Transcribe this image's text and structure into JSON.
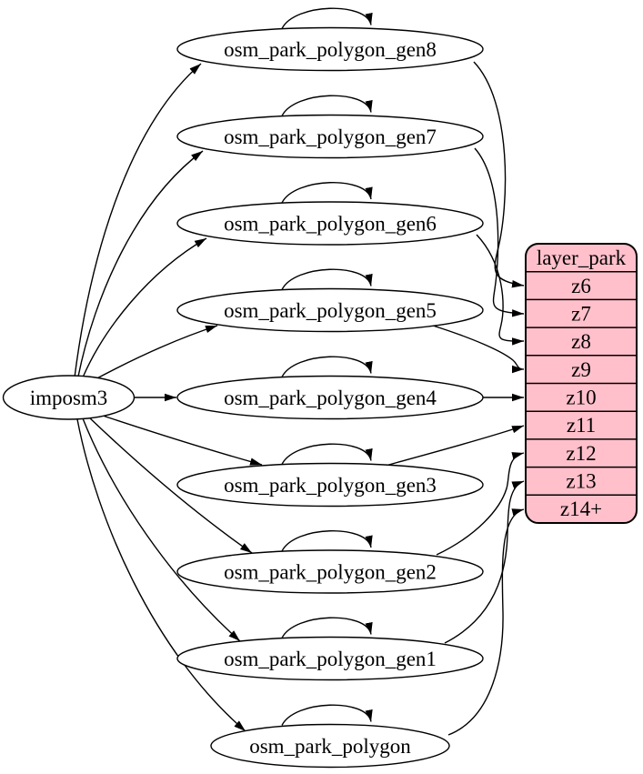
{
  "diagram": {
    "kind": "imposm-mapping-dependency-graph",
    "background": "#ffffff",
    "source": {
      "label": "imposm3"
    },
    "tables": [
      {
        "label": "osm_park_polygon_gen8"
      },
      {
        "label": "osm_park_polygon_gen7"
      },
      {
        "label": "osm_park_polygon_gen6"
      },
      {
        "label": "osm_park_polygon_gen5"
      },
      {
        "label": "osm_park_polygon_gen4"
      },
      {
        "label": "osm_park_polygon_gen3"
      },
      {
        "label": "osm_park_polygon_gen2"
      },
      {
        "label": "osm_park_polygon_gen1"
      },
      {
        "label": "osm_park_polygon"
      }
    ],
    "layer": {
      "title": "layer_park",
      "zoom_rows": [
        "z6",
        "z7",
        "z8",
        "z9",
        "z10",
        "z11",
        "z12",
        "z13",
        "z14+"
      ],
      "fill": "#ffc0cb",
      "stroke": "#000000"
    },
    "edges": {
      "from_source": [
        {
          "from": "imposm3",
          "to": "osm_park_polygon_gen8"
        },
        {
          "from": "imposm3",
          "to": "osm_park_polygon_gen7"
        },
        {
          "from": "imposm3",
          "to": "osm_park_polygon_gen6"
        },
        {
          "from": "imposm3",
          "to": "osm_park_polygon_gen5"
        },
        {
          "from": "imposm3",
          "to": "osm_park_polygon_gen4"
        },
        {
          "from": "imposm3",
          "to": "osm_park_polygon_gen3"
        },
        {
          "from": "imposm3",
          "to": "osm_park_polygon_gen2"
        },
        {
          "from": "imposm3",
          "to": "osm_park_polygon_gen1"
        },
        {
          "from": "imposm3",
          "to": "osm_park_polygon"
        }
      ],
      "self_loops": [
        "osm_park_polygon_gen8",
        "osm_park_polygon_gen7",
        "osm_park_polygon_gen6",
        "osm_park_polygon_gen5",
        "osm_park_polygon_gen4",
        "osm_park_polygon_gen3",
        "osm_park_polygon_gen2",
        "osm_park_polygon_gen1",
        "osm_park_polygon"
      ],
      "to_layer": [
        {
          "from": "osm_park_polygon_gen8",
          "to": "layer_park:z6"
        },
        {
          "from": "osm_park_polygon_gen7",
          "to": "layer_park:z7"
        },
        {
          "from": "osm_park_polygon_gen6",
          "to": "layer_park:z8"
        },
        {
          "from": "osm_park_polygon_gen5",
          "to": "layer_park:z9"
        },
        {
          "from": "osm_park_polygon_gen4",
          "to": "layer_park:z10"
        },
        {
          "from": "osm_park_polygon_gen3",
          "to": "layer_park:z11"
        },
        {
          "from": "osm_park_polygon_gen2",
          "to": "layer_park:z12"
        },
        {
          "from": "osm_park_polygon_gen1",
          "to": "layer_park:z13"
        },
        {
          "from": "osm_park_polygon",
          "to": "layer_park:z14+"
        }
      ]
    }
  }
}
